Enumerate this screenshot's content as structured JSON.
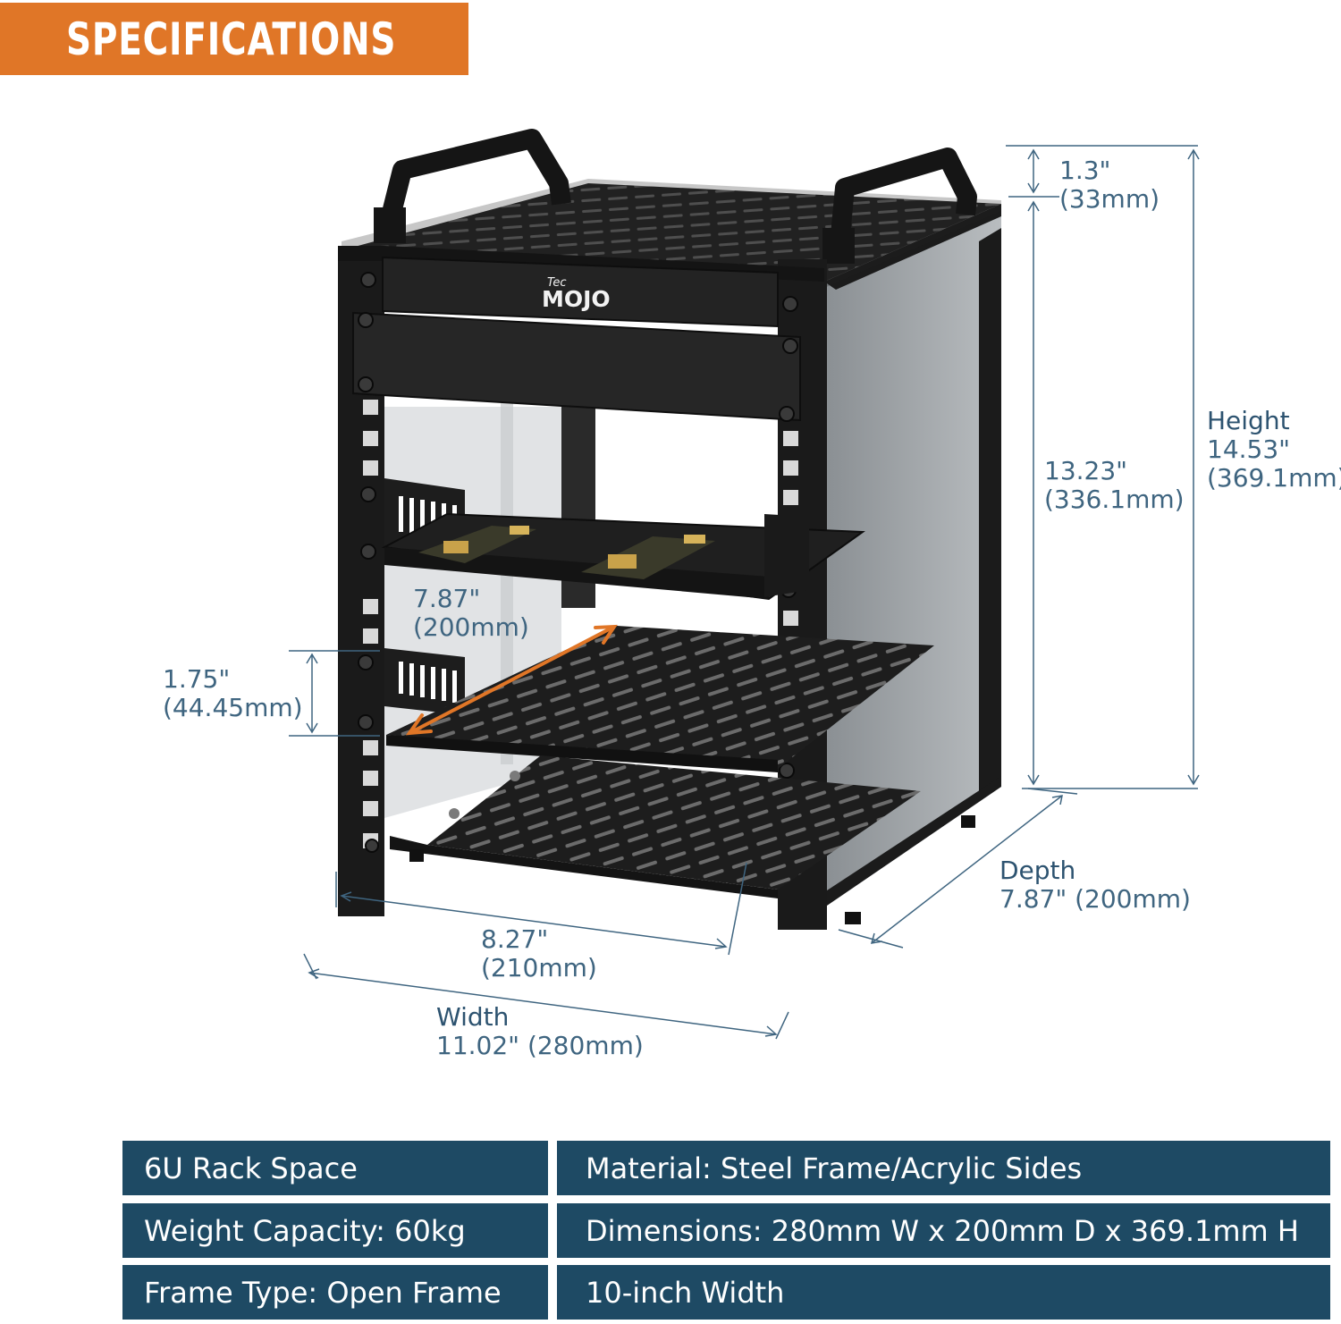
{
  "banner": {
    "title": "SPECIFICATIONS"
  },
  "product": {
    "brand_small": "Tec",
    "brand_large": "MOJO"
  },
  "dimensions": {
    "handle": {
      "imperial": "1.3\"",
      "metric": "(33mm)"
    },
    "inner_height": {
      "imperial": "13.23\"",
      "metric": "(336.1mm)"
    },
    "height": {
      "label": "Height",
      "imperial": "14.53\"",
      "metric": "(369.1mm)"
    },
    "shelf_depth": {
      "imperial": "7.87\"",
      "metric": "(200mm)"
    },
    "rack_unit": {
      "imperial": "1.75\"",
      "metric": "(44.45mm)"
    },
    "inner_width": {
      "imperial": "8.27\"",
      "metric": "(210mm)"
    },
    "width": {
      "label": "Width",
      "value": "11.02\" (280mm)"
    },
    "depth": {
      "label": "Depth",
      "value": "7.87\" (200mm)"
    }
  },
  "colors": {
    "accent": "#e07627",
    "spec_bg": "#1e4a64",
    "dimension_text": "#3f6580",
    "frame": "#1a1a1a"
  },
  "specs": [
    {
      "text": "6U Rack Space"
    },
    {
      "text": "Material: Steel Frame/Acrylic Sides"
    },
    {
      "text": "Weight Capacity: 60kg"
    },
    {
      "text": "Dimensions: 280mm W x 200mm D x 369.1mm H"
    },
    {
      "text": "Frame Type: Open Frame"
    },
    {
      "text": "10-inch Width"
    }
  ]
}
